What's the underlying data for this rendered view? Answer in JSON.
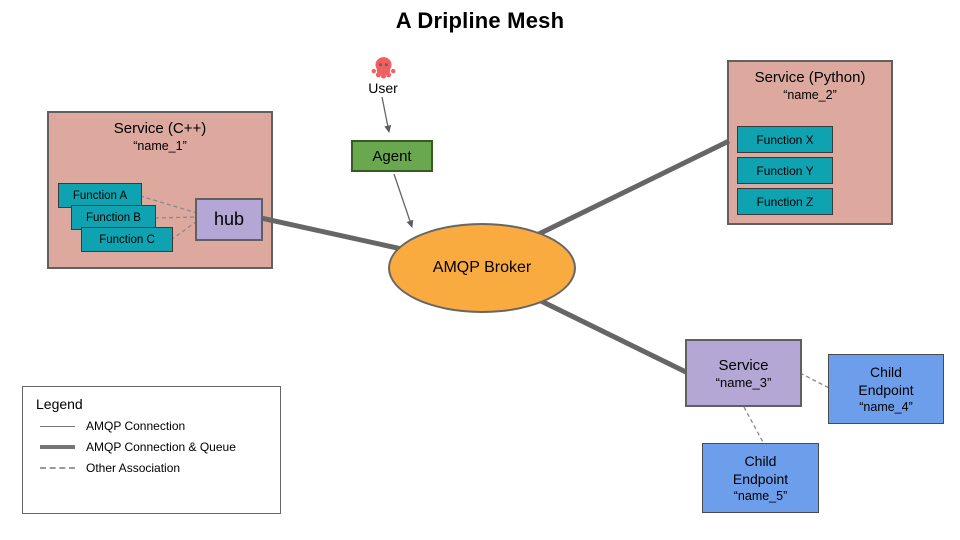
{
  "title": "A Dripline Mesh",
  "user": {
    "label": "User",
    "icon": "octopus-icon"
  },
  "agent": {
    "label": "Agent"
  },
  "broker": {
    "label": "AMQP Broker"
  },
  "services": {
    "cpp": {
      "title": "Service (C++)",
      "name": "“name_1”",
      "functions": [
        "Function A",
        "Function B",
        "Function C"
      ],
      "hub_label": "hub"
    },
    "python": {
      "title": "Service (Python)",
      "name": "“name_2”",
      "functions": [
        "Function X",
        "Function Y",
        "Function Z"
      ]
    },
    "service3": {
      "title": "Service",
      "name": "“name_3”"
    }
  },
  "child_endpoints": [
    {
      "title": "Child Endpoint",
      "name": "“name_4”"
    },
    {
      "title": "Child Endpoint",
      "name": "“name_5”"
    }
  ],
  "legend": {
    "title": "Legend",
    "items": [
      {
        "label": "AMQP Connection",
        "style": "thin"
      },
      {
        "label": "AMQP Connection & Queue",
        "style": "thick"
      },
      {
        "label": "Other Association",
        "style": "dashed"
      }
    ]
  },
  "colors": {
    "service_fill": "#dda89d",
    "function_fill": "#0fa3b1",
    "hub_fill": "#b4a7d6",
    "agent_fill": "#6aa84f",
    "broker_fill": "#f9ab40",
    "child_fill": "#6d9eeb",
    "line_gray": "#666666"
  }
}
